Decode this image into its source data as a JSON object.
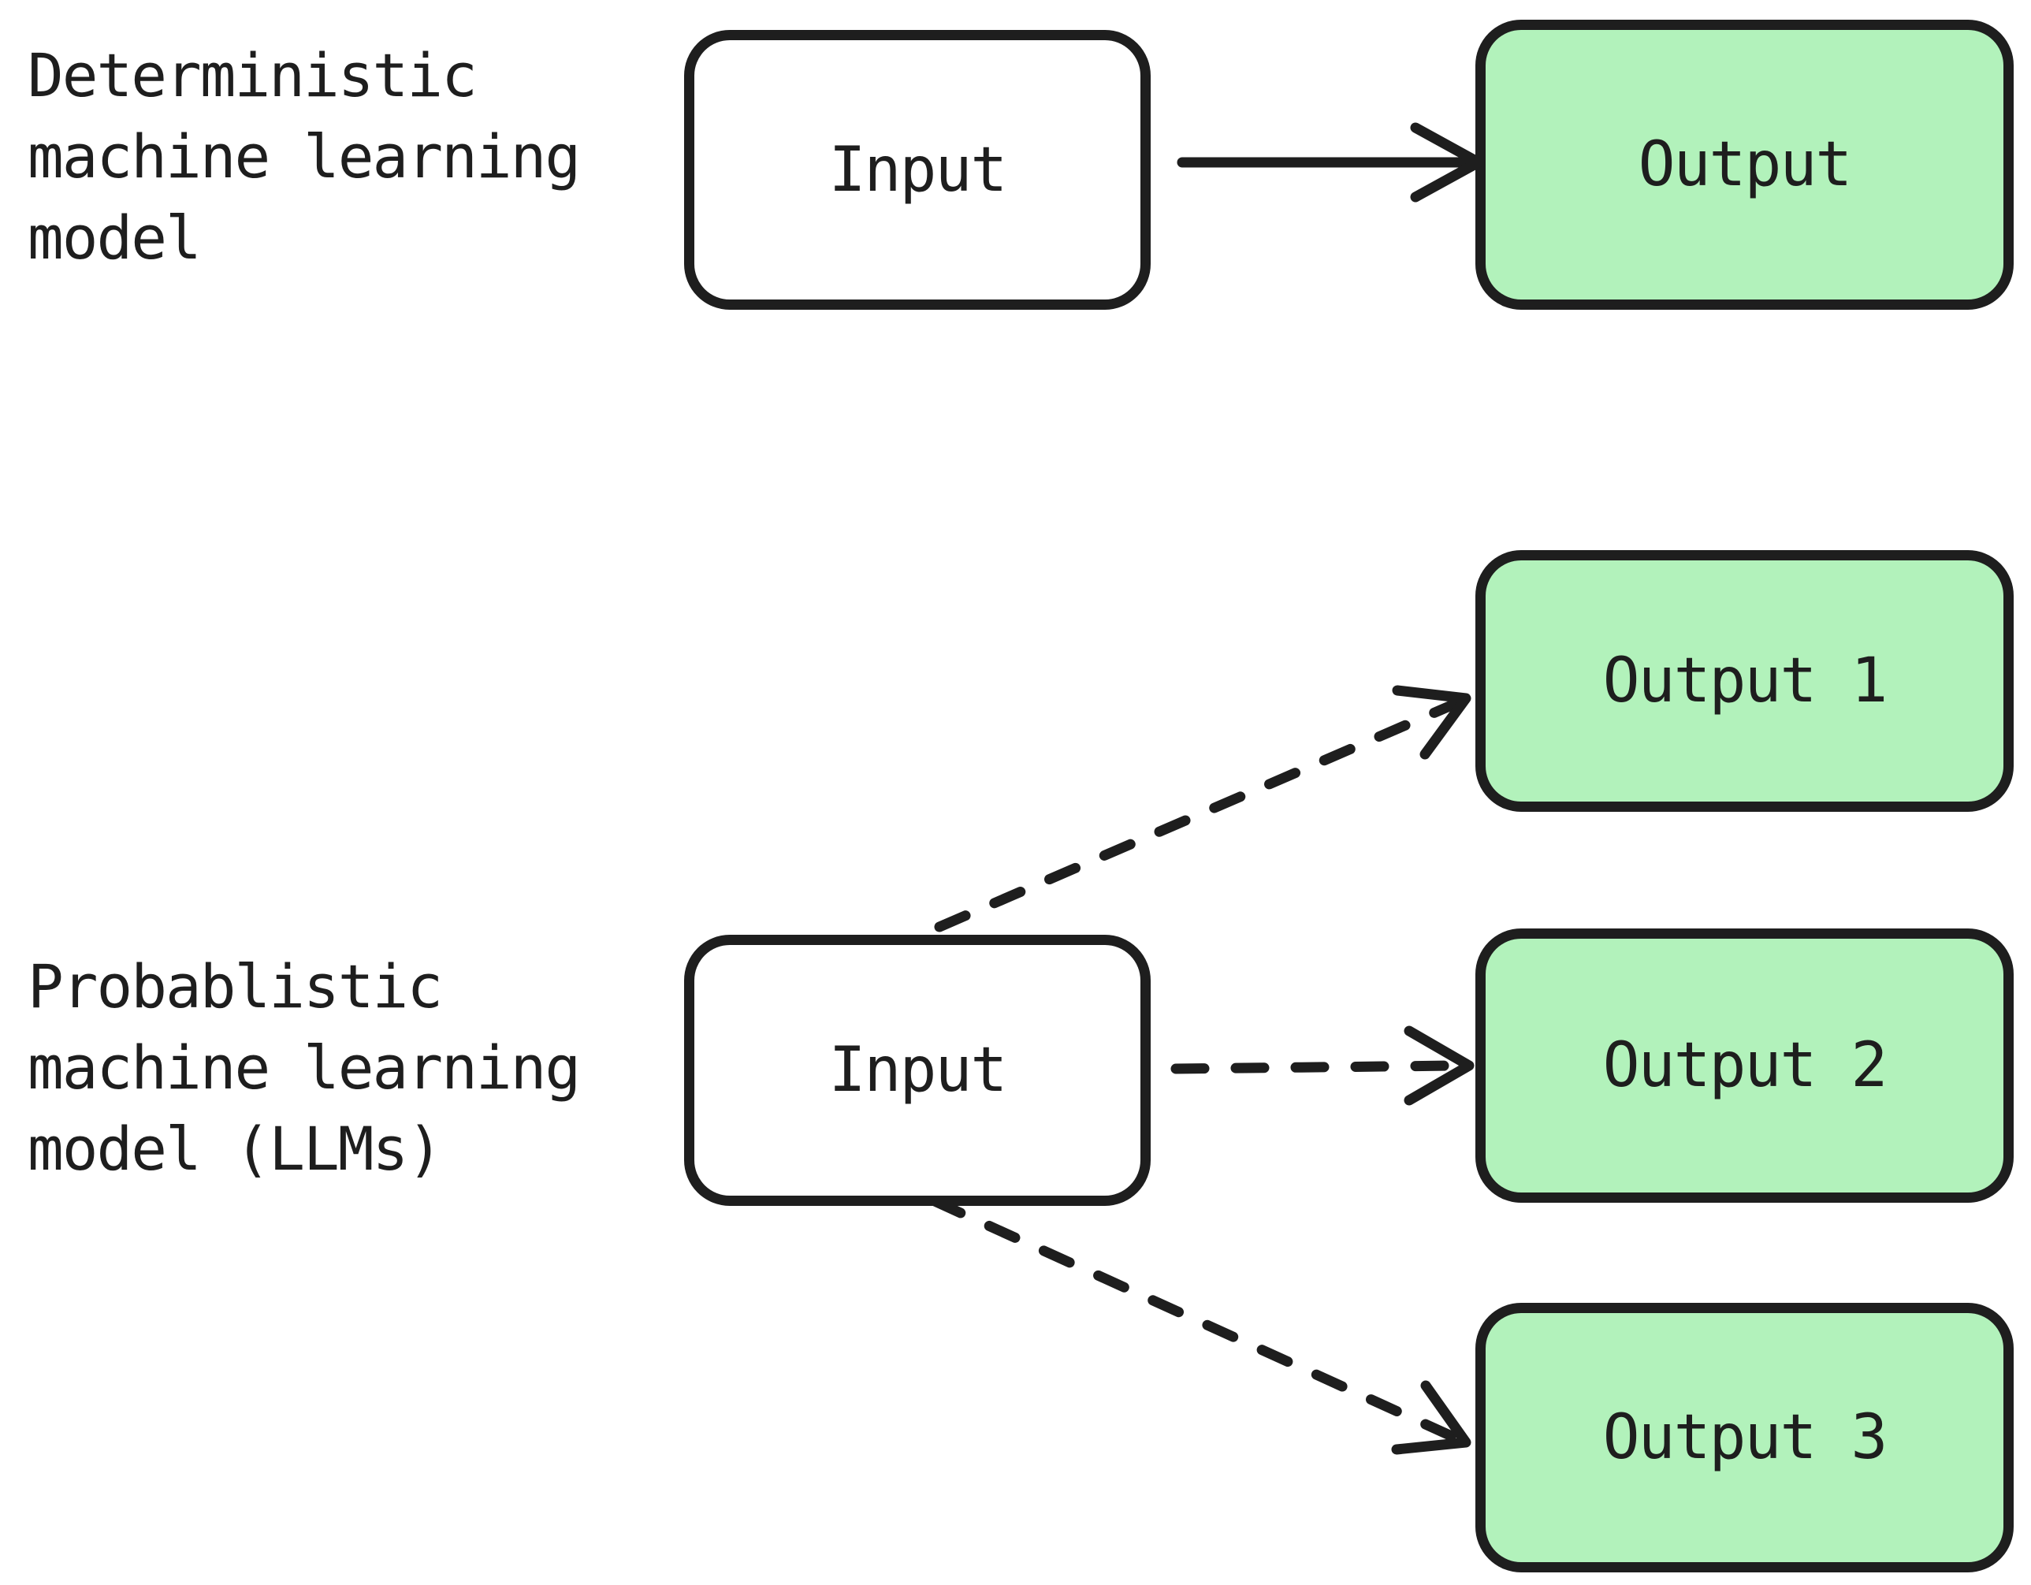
{
  "theme": {
    "background": "#ffffff",
    "stroke": "#1e1e1e",
    "green_fill": "#b2f2bb",
    "white_fill": "#ffffff"
  },
  "deterministic": {
    "caption": "Deterministic\nmachine learning\nmodel",
    "input_label": "Input",
    "output_label": "Output"
  },
  "probablistic": {
    "caption": "Probablistic\nmachine learning\nmodel (LLMs)",
    "input_label": "Input",
    "outputs": [
      "Output 1",
      "Output 2",
      "Output 3"
    ]
  }
}
